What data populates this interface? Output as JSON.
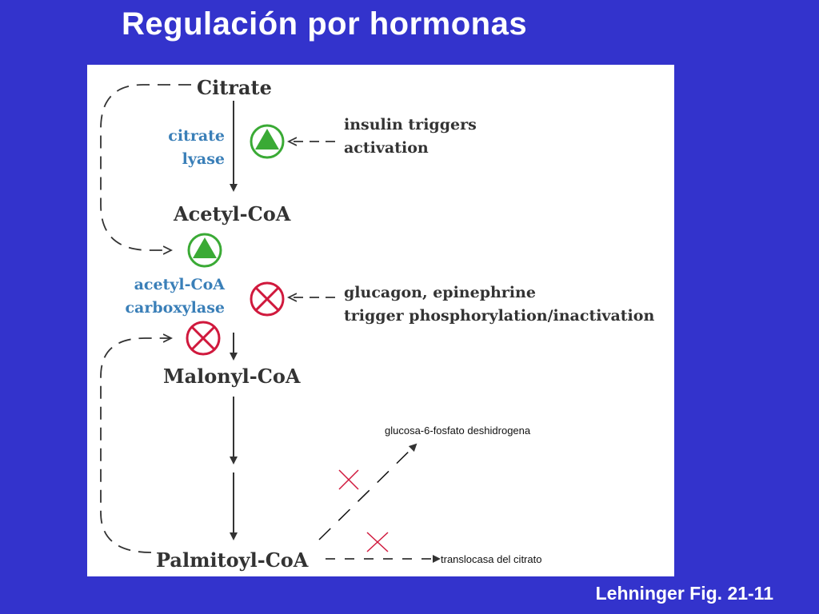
{
  "slide": {
    "title": "Regulación por hormonas",
    "credit": "Lehninger Fig. 21-11"
  },
  "diagram": {
    "metabolites": {
      "citrate": "Citrate",
      "acetyl_coa": "Acetyl-CoA",
      "malonyl_coa": "Malonyl-CoA",
      "palmitoyl_coa": "Palmitoyl-CoA"
    },
    "enzymes": {
      "citrate_lyase_line1": "citrate",
      "citrate_lyase_line2": "lyase",
      "acc_line1": "acetyl-CoA",
      "acc_line2": "carboxylase"
    },
    "notes": {
      "insulin_line1": "insulin triggers",
      "insulin_line2": "activation",
      "glucagon_line1": "glucagon, epinephrine",
      "glucagon_line2": "trigger phosphorylation/inactivation"
    },
    "targets": {
      "g6pdh": "glucosa-6-fosfato deshidrogena",
      "translocase": "translocasa del citrato"
    },
    "colors": {
      "activate": "#3aaa35",
      "inhibit": "#d0193d",
      "enzyme_text": "#3a7fb8",
      "background": "#3333cc"
    },
    "icons": [
      "activation-triangle-icon",
      "inhibition-x-icon"
    ]
  }
}
